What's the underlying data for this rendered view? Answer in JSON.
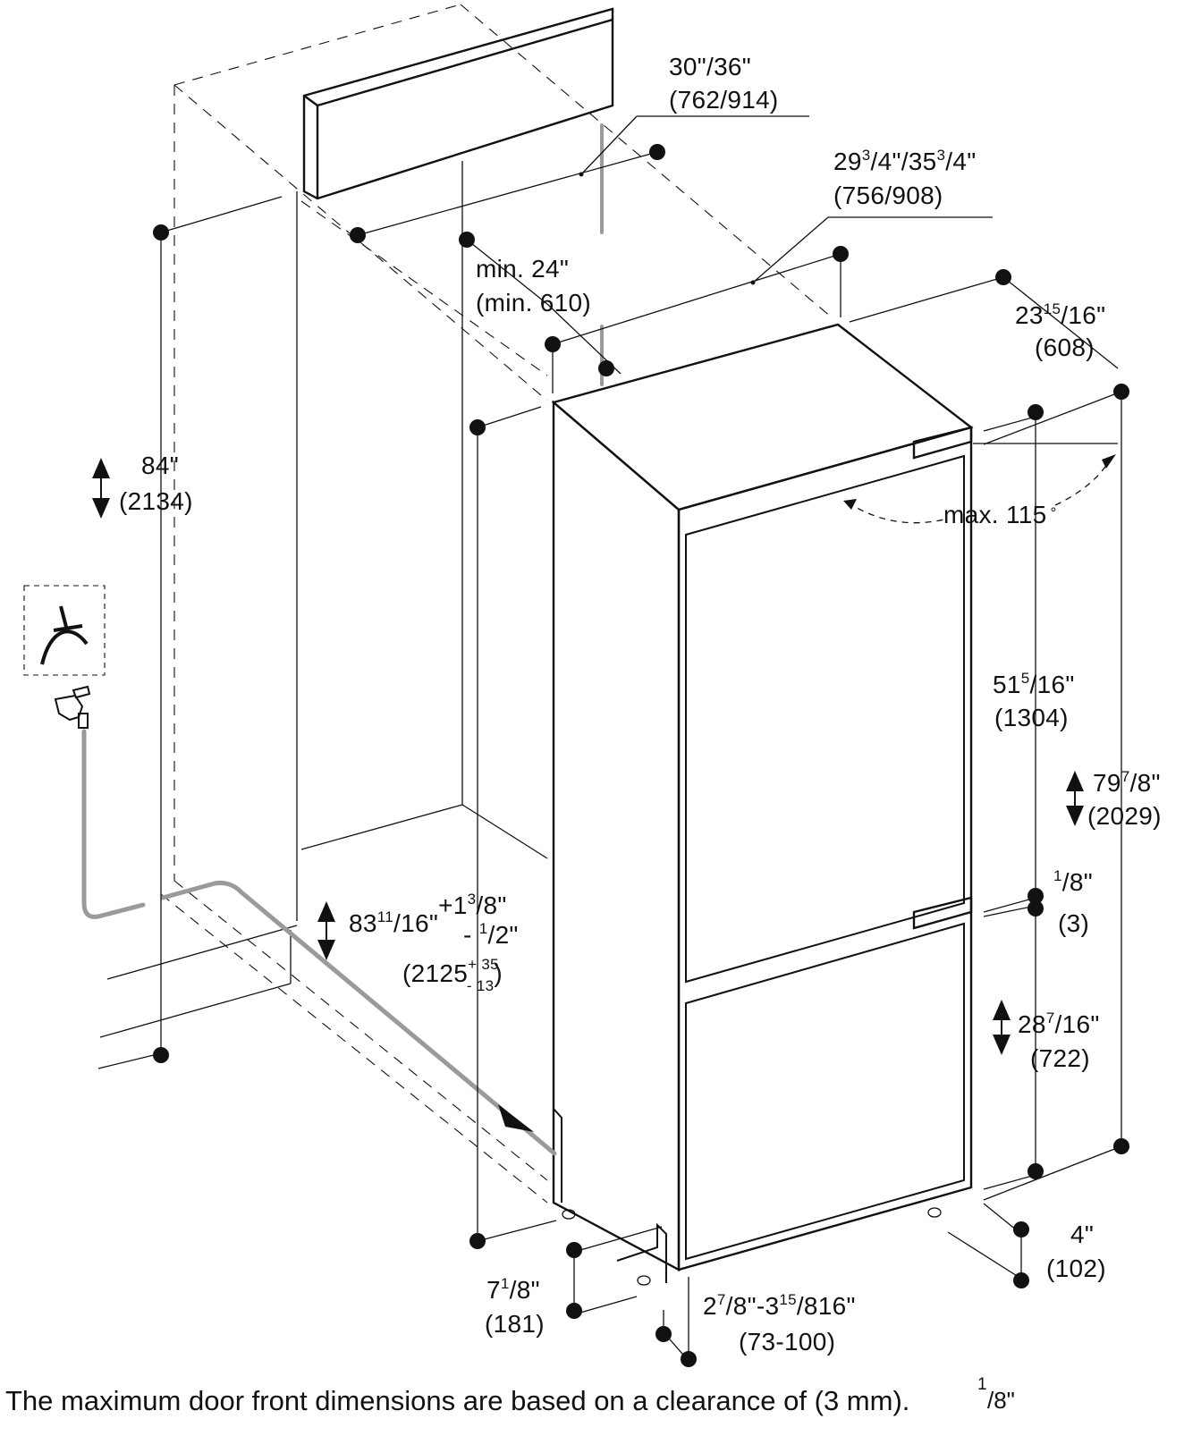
{
  "dimensions": {
    "cabinet_width": {
      "in": "30\"/36\"",
      "mm": "(762/914)"
    },
    "niche_width": {
      "base": "29",
      "sup1": "3",
      "frac1": "/4\"/35",
      "sup2": "3",
      "frac2": "/4\"",
      "mm": "(756/908)"
    },
    "min_depth": {
      "in": "min. 24\"",
      "mm": "(min. 610)"
    },
    "depth": {
      "base": "23",
      "sup": "15",
      "frac": "/16\"",
      "mm": "(608)"
    },
    "height_84": {
      "in": "84\"",
      "mm": "(2134)"
    },
    "door_angle": {
      "text": "max. 115",
      "deg": "°"
    },
    "upper_door": {
      "base": "51",
      "sup": "5",
      "frac": "/16\"",
      "mm": "(1304)"
    },
    "total_height": {
      "base": "79",
      "sup": "7",
      "frac": "/8\"",
      "mm": "(2029)"
    },
    "gap": {
      "sup": "1",
      "frac": "/8\"",
      "mm": "(3)"
    },
    "niche_height": {
      "base": "83",
      "sup": "11",
      "frac": "/16\"",
      "plus_base": "+1",
      "plus_sup": "3",
      "plus_frac": "/8\"",
      "minus_base": "- ",
      "minus_sup": "1",
      "minus_frac": "/2\"",
      "mm_base": "(2125",
      "mm_plus": "+ 35",
      "mm_minus": "- 13",
      "mm_close": ")"
    },
    "lower_door": {
      "base": "28",
      "sup": "7",
      "frac": "/16\"",
      "mm": "(722)"
    },
    "plinth": {
      "base": "4\"",
      "mm": "(102)"
    },
    "toe_kick": {
      "base": "7",
      "sup": "1",
      "frac": "/8\"",
      "mm": "(181)"
    },
    "door_offset": {
      "base": "2",
      "sup1": "7",
      "mid": "/8\"-3",
      "sup2": "15",
      "end": "/816\"",
      "mm": "(73-100)"
    }
  },
  "footer": {
    "text": "The maximum door front dimensions are based on a clearance of (3 mm).",
    "overlay_sup": "1",
    "overlay_frac": "/8\""
  },
  "icons": [
    "water-outlet-icon",
    "water-tap-icon"
  ]
}
